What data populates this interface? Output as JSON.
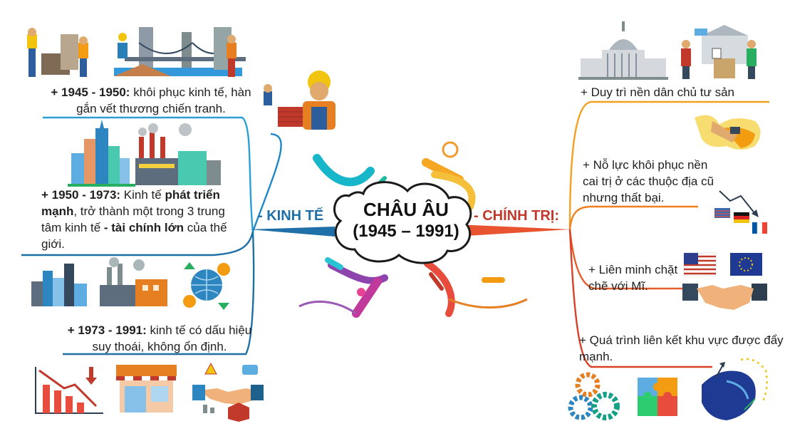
{
  "center": {
    "title": "CHÂU ÂU",
    "period": "(1945 – 1991)"
  },
  "left_branch": {
    "label": "- KINH TẾ",
    "color": "#1f6fa8",
    "items": [
      {
        "bold_prefix": "+ 1945 - 1950:",
        "text": " khôi phục kinh tế, hàn gắn vết thương chiến tranh."
      },
      {
        "bold_prefix": "+ 1950 - 1973:",
        "text_1": " Kinh tế ",
        "bold_1": "phát triển mạnh",
        "text_2": ", trở thành một trong 3 trung tâm kinh tế ",
        "bold_2": "- tài chính lớn",
        "text_3": " của thế giới."
      },
      {
        "bold_prefix": "+ 1973 - 1991:",
        "text": " kinh tế có dấu hiệu suy thoái, không ổn định."
      }
    ]
  },
  "right_branch": {
    "label": "- CHÍNH TRỊ:",
    "color": "#c0392b",
    "items": [
      {
        "text": "+ Duy trì nền dân chủ tư sản"
      },
      {
        "text": "+ Nỗ lực khôi phục nền cai trị ở các thuộc địa cũ nhưng thất bại."
      },
      {
        "text": "+ Liên minh chặt chẽ với Mĩ."
      },
      {
        "text": "+ Quá trình liên kết khu vực được đẩy mạnh."
      }
    ]
  },
  "icons": [
    "workers-icon",
    "bridge-construction-icon",
    "builder-icon",
    "skyscrapers-icon",
    "factory-icon",
    "city-icon",
    "industry-icon",
    "global-finance-icon",
    "declining-chart-icon",
    "closed-shop-icon",
    "handshake-warning-icon",
    "capitol-icon",
    "voting-icon",
    "world-map-handshake-icon",
    "flags-icon",
    "us-flag-icon",
    "eu-flag-icon",
    "handshake-icon",
    "gears-icon",
    "puzzle-icon",
    "eu-map-icon"
  ]
}
